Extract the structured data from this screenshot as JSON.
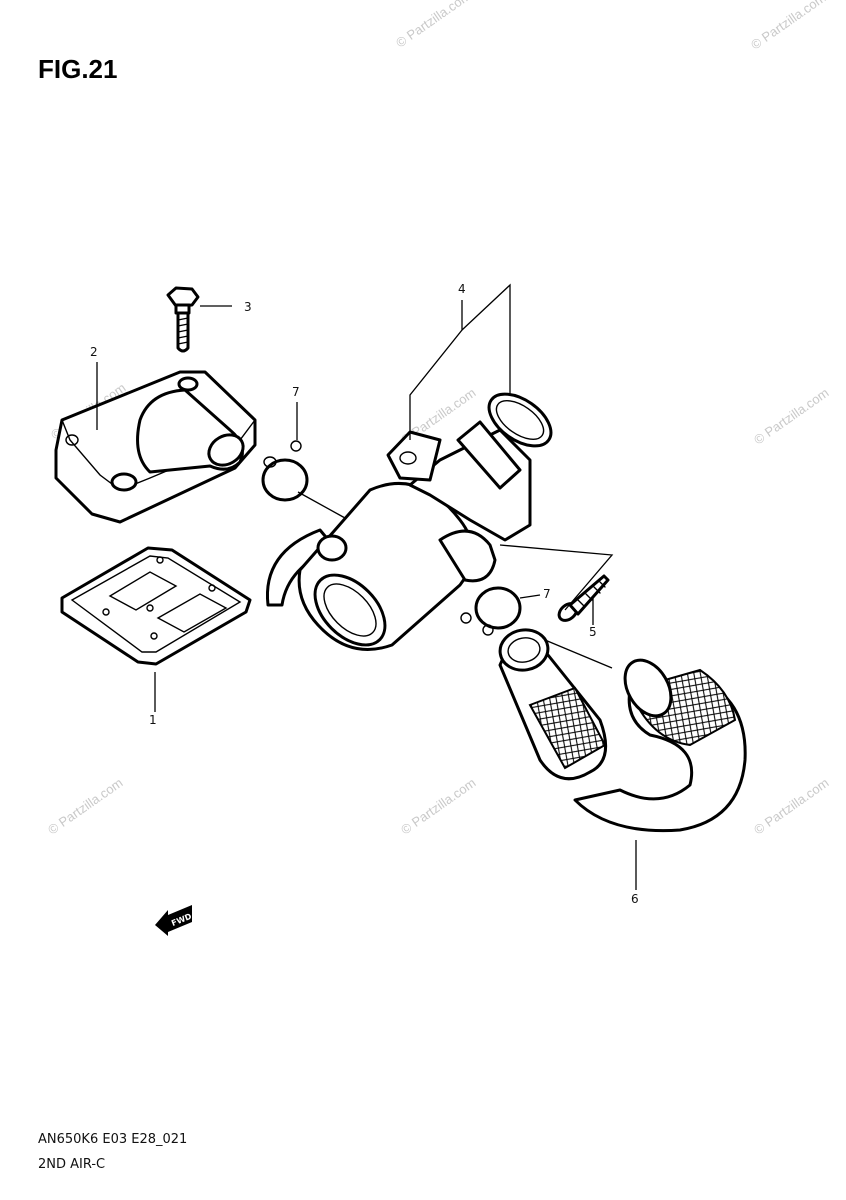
{
  "figure": {
    "title": "FIG.21",
    "code": "AN650K6 E03 E28_021",
    "name": "2ND AIR-C"
  },
  "watermark": {
    "text": "© Partzilla.com"
  },
  "callouts": [
    {
      "label": "1",
      "part": "reed-valve-gasket"
    },
    {
      "label": "2",
      "part": "reed-valve-cover"
    },
    {
      "label": "3",
      "part": "cover-bolt"
    },
    {
      "label": "4",
      "part": "air-valve-assembly"
    },
    {
      "label": "5",
      "part": "tapping-screw"
    },
    {
      "label": "6",
      "part": "air-hose"
    },
    {
      "label": "7",
      "part": "hose-clamp-upper"
    },
    {
      "label": "7",
      "part": "hose-clamp-lower"
    }
  ],
  "direction_indicator": {
    "icon": "front-arrow-icon",
    "text": "FWD"
  }
}
